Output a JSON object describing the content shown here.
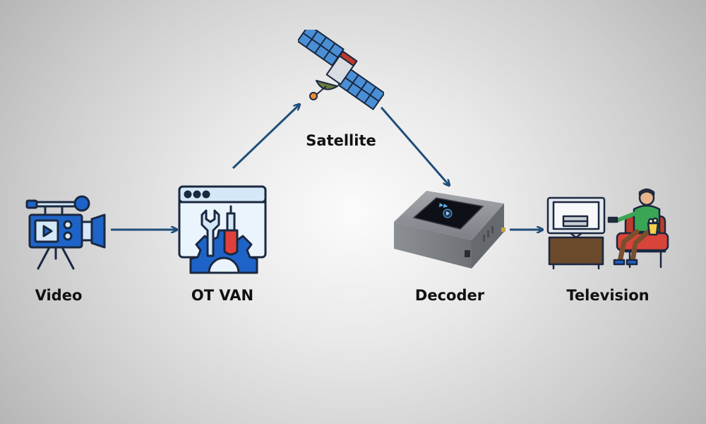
{
  "diagram": {
    "nodes": [
      {
        "id": "video",
        "label": "Video",
        "icon": "video-camera-icon"
      },
      {
        "id": "ot_van",
        "label": "OT VAN",
        "icon": "settings-window-icon"
      },
      {
        "id": "satellite",
        "label": "Satellite",
        "icon": "satellite-icon"
      },
      {
        "id": "decoder",
        "label": "Decoder",
        "icon": "decoder-box-icon"
      },
      {
        "id": "television",
        "label": "Television",
        "icon": "person-watching-tv-icon"
      }
    ],
    "edges": [
      {
        "from": "video",
        "to": "ot_van"
      },
      {
        "from": "ot_van",
        "to": "satellite"
      },
      {
        "from": "satellite",
        "to": "decoder"
      },
      {
        "from": "decoder",
        "to": "television"
      }
    ],
    "colors": {
      "arrow": "#1f4e79",
      "icon_blue": "#1e64c8",
      "icon_light": "#d4e8f7",
      "outline": "#1a2840"
    }
  }
}
